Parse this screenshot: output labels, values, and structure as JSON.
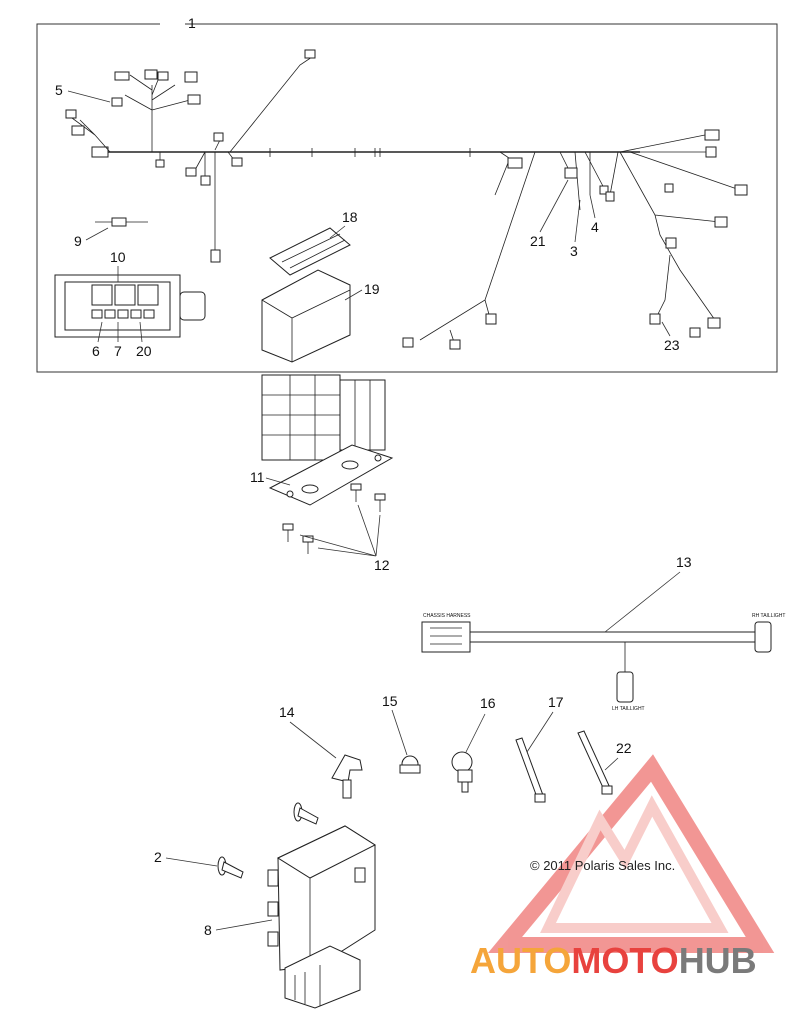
{
  "diagram": {
    "callouts": {
      "c1": "1",
      "c2": "2",
      "c3": "3",
      "c4": "4",
      "c5": "5",
      "c6": "6",
      "c7": "7",
      "c8": "8",
      "c9": "9",
      "c10": "10",
      "c11": "11",
      "c12": "12",
      "c13": "13",
      "c14": "14",
      "c15": "15",
      "c16": "16",
      "c17": "17",
      "c18": "18",
      "c19": "19",
      "c20": "20",
      "c21": "21",
      "c22": "22",
      "c23": "23"
    },
    "harness_labels": {
      "chassis": "CHASSIS HARNESS",
      "rh_taillight": "RH TAILLIGHT",
      "lh_taillight": "LH TAILLIGHT"
    },
    "copyright": "© 2011 Polaris Sales Inc."
  },
  "watermark": {
    "part1": "AUTO",
    "part2": "MOTO",
    "part3": "HUB",
    "colors": {
      "orange": "#f5a53a",
      "red": "#e8423e",
      "gray": "#7a7a7a",
      "pink": "#f3a6a0"
    }
  }
}
